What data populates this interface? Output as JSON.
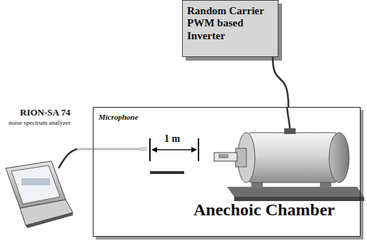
{
  "diagram": {
    "nodes": [
      {
        "text": [
          "Random Carrier PWM based Inverter"
        ]
      },
      {
        "text": [
          "Anechoic Chamber"
        ]
      }
    ],
    "edges": [
      {
        "from": 0,
        "to": 1,
        "arrow": "none"
      }
    ],
    "labels": [
      "RION-SA 74",
      "noise spectrum analyzer",
      "Microphone",
      "1 m"
    ]
  }
}
